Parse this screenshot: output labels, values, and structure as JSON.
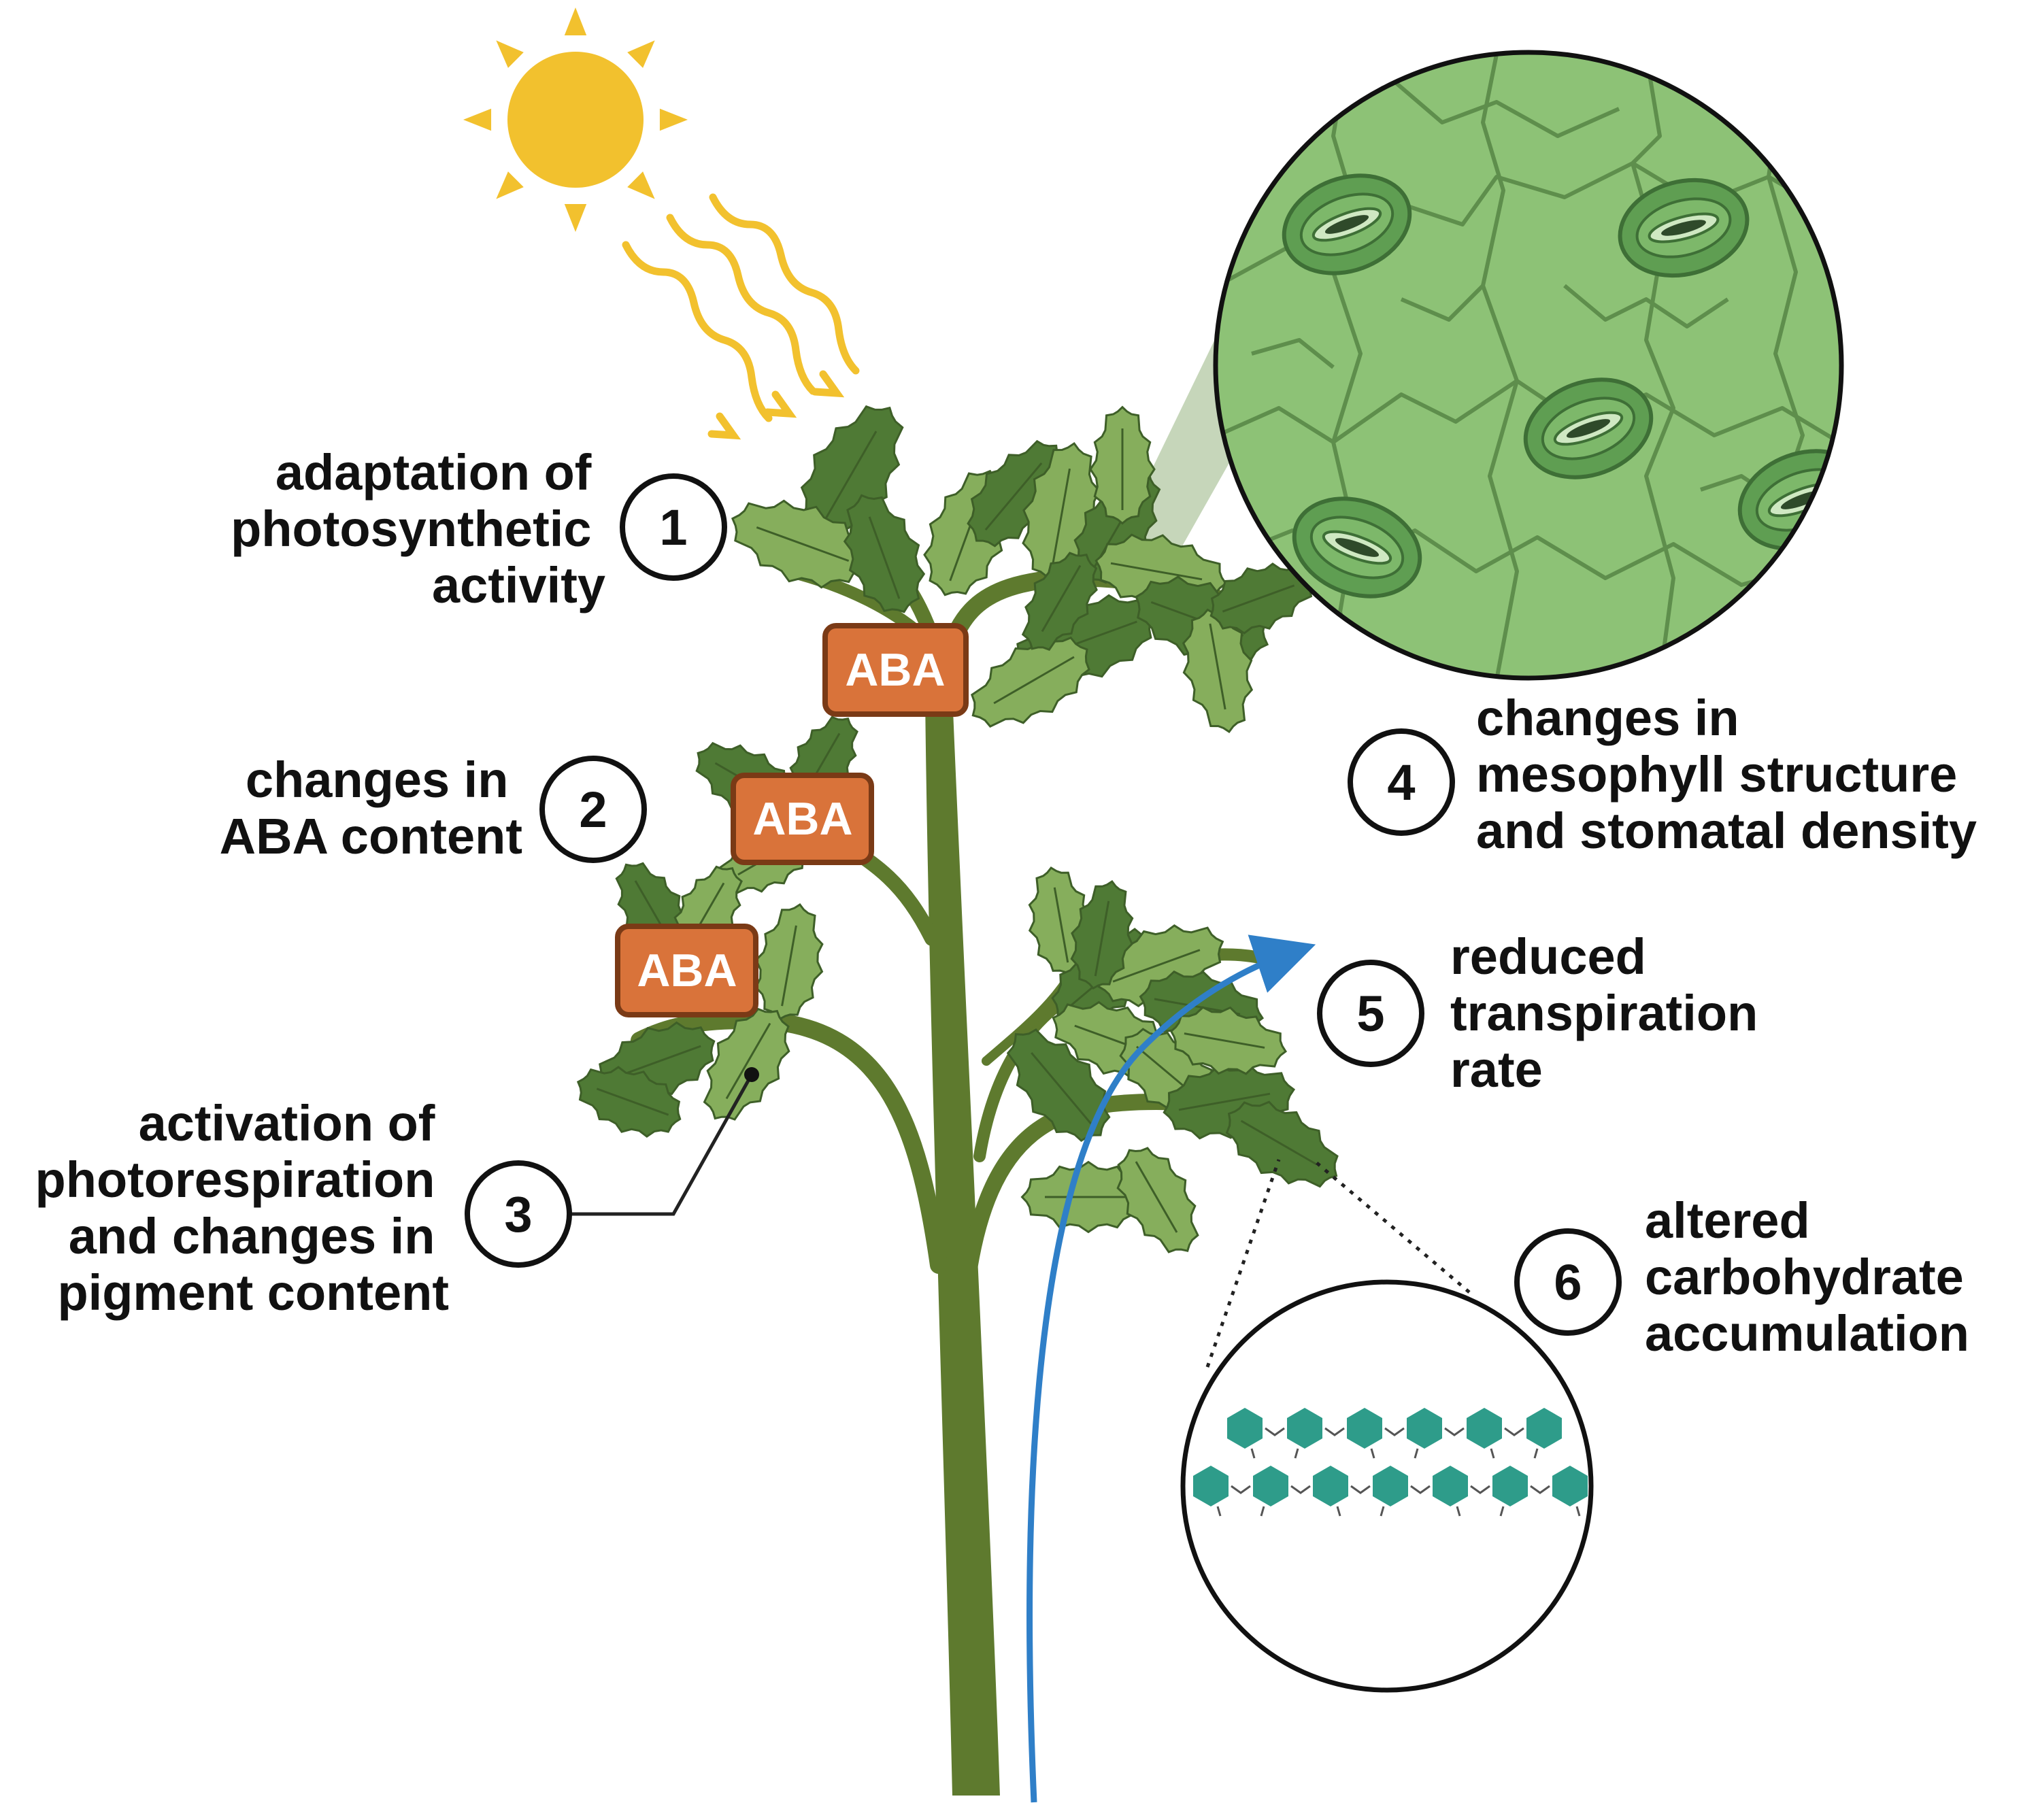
{
  "labels": {
    "step1": {
      "number": "1",
      "lines": [
        "adaptation of",
        "photosynthetic",
        "activity"
      ]
    },
    "step2": {
      "number": "2",
      "lines": [
        "changes in",
        "ABA content"
      ]
    },
    "step3": {
      "number": "3",
      "lines": [
        "activation of",
        "photorespiration",
        "and changes in",
        "pigment content"
      ]
    },
    "step4": {
      "number": "4",
      "lines": [
        "changes in",
        "mesophyll structure",
        "and stomatal density"
      ]
    },
    "step5": {
      "number": "5",
      "lines": [
        "reduced",
        "transpiration",
        "rate"
      ]
    },
    "step6": {
      "number": "6",
      "lines": [
        "altered",
        "carbohydrate",
        "accumulation"
      ]
    }
  },
  "badges": {
    "aba_top": "ABA",
    "aba_middle": "ABA",
    "aba_bottom": "ABA"
  },
  "colors": {
    "sun": "#F2C12E",
    "stem": "#5E7A2E",
    "leaf_dark": "#4F7A35",
    "leaf_light": "#86AE5C",
    "aba_badge": "#D9733A",
    "aba_border": "#7A3A16",
    "water_arrow": "#2F7FC8",
    "mesophyll": "#8DC276",
    "sugar": "#2E9C8A"
  },
  "icons": [
    "sun-icon",
    "light-rays-icon",
    "plant-icon",
    "stomata-magnifier-icon",
    "carbohydrate-magnifier-icon",
    "water-flow-arrow-icon"
  ]
}
